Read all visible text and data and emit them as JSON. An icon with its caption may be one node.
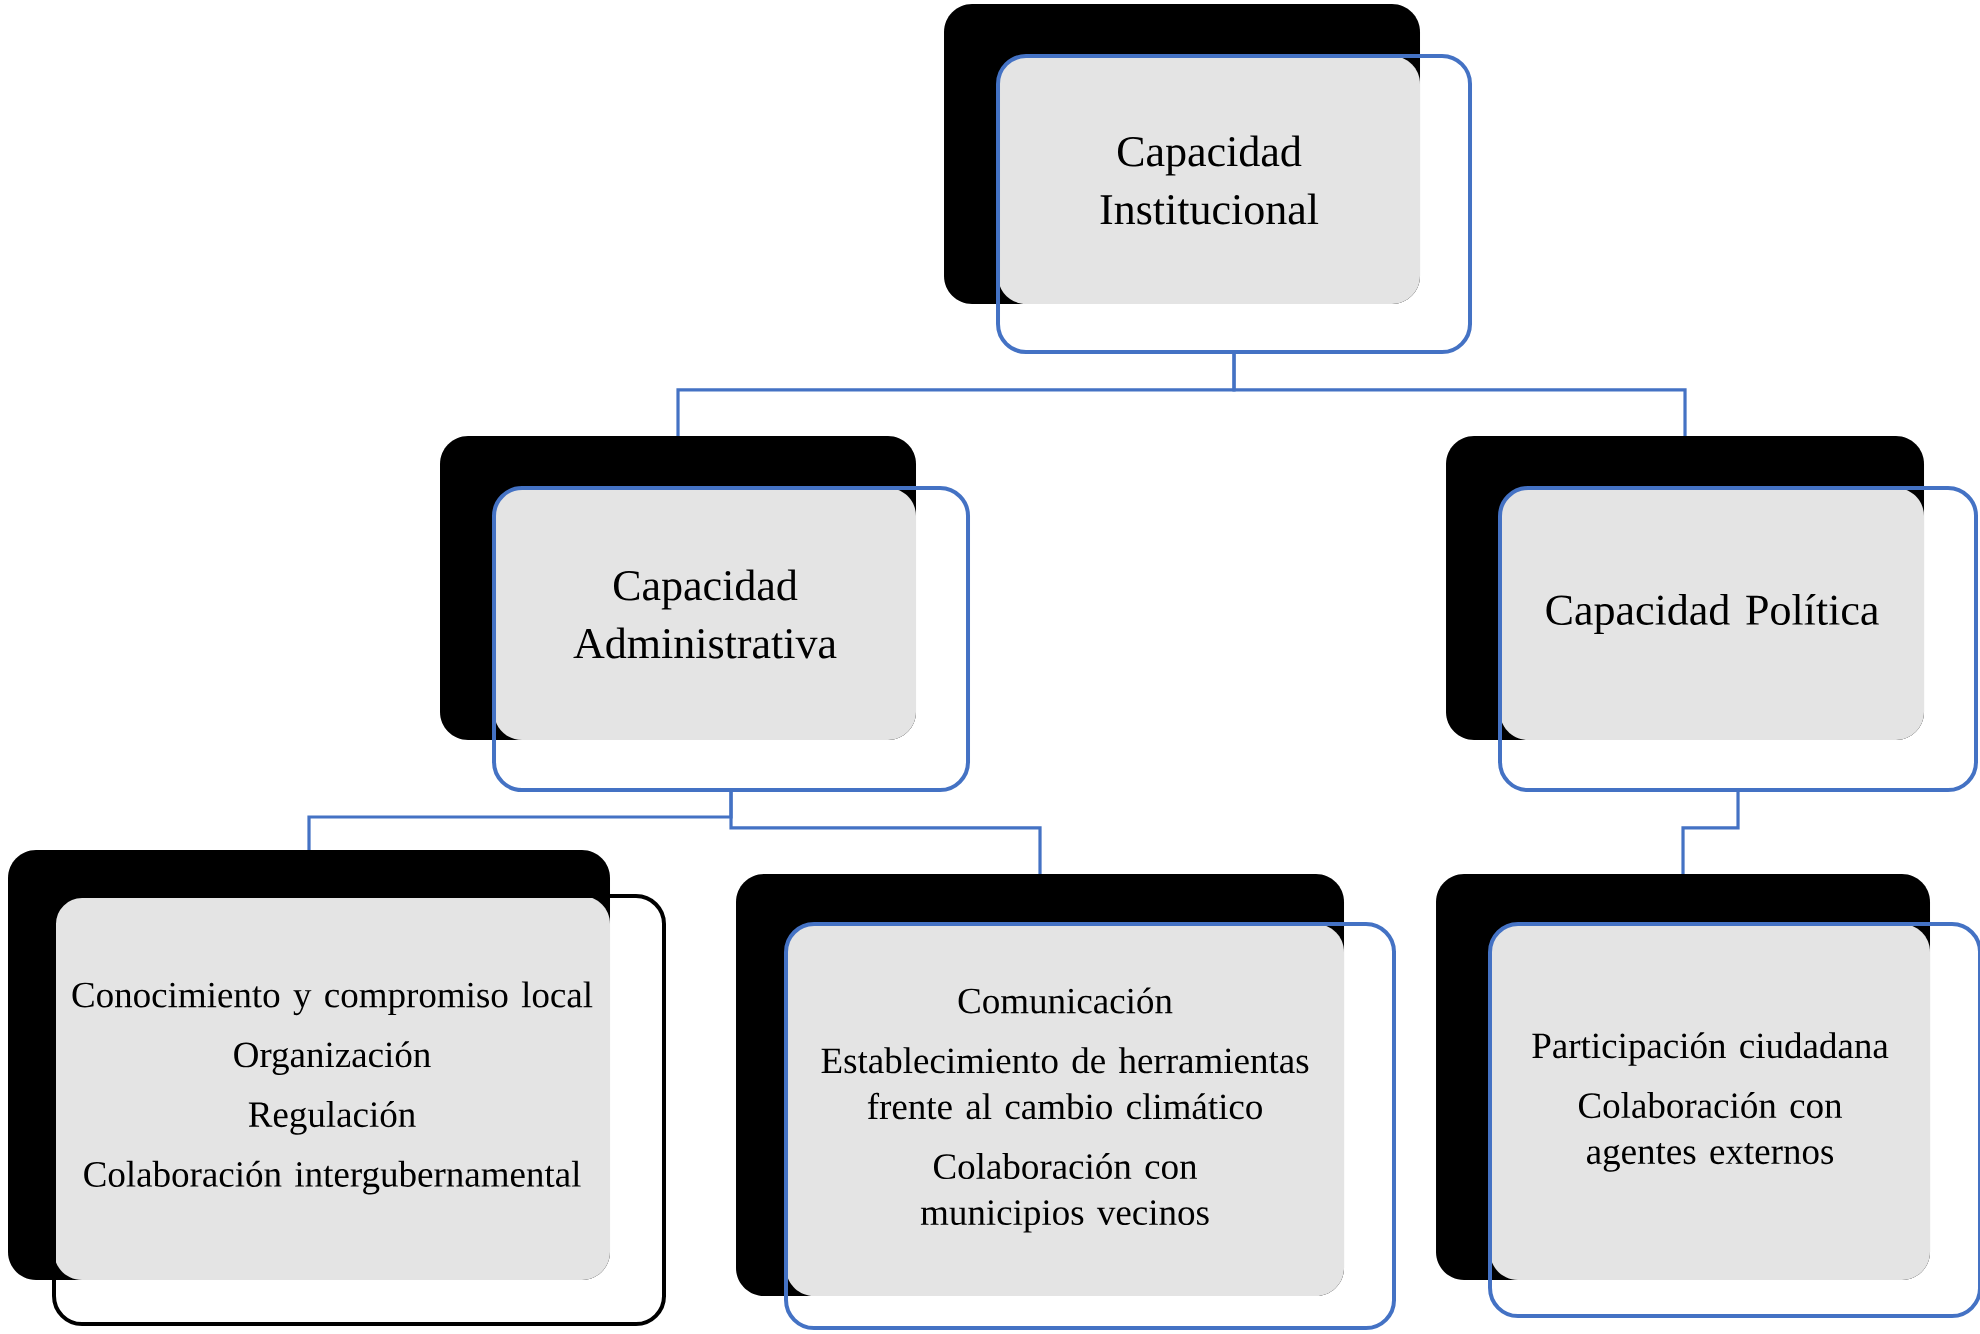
{
  "diagram": {
    "nodes": [
      {
        "text": [
          "Capacidad Institucional"
        ]
      },
      {
        "text": [
          "Capacidad Administrativa"
        ]
      },
      {
        "text": [
          "Capacidad Política"
        ]
      },
      {
        "text": [
          "Conocimiento y compromiso local",
          "Organización",
          "Regulación",
          "Colaboración intergubernamental"
        ]
      },
      {
        "text": [
          "Comunicación",
          "Establecimiento de herramientas frente al cambio climático",
          "Colaboración con municipios vecinos"
        ]
      },
      {
        "text": [
          "Participación ciudadana",
          "Colaboración con agentes externos"
        ]
      }
    ],
    "edges": [
      {
        "from": 0,
        "to": 1,
        "arrow": "none"
      },
      {
        "from": 0,
        "to": 2,
        "arrow": "none"
      },
      {
        "from": 1,
        "to": 3,
        "arrow": "none"
      },
      {
        "from": 1,
        "to": 4,
        "arrow": "none"
      },
      {
        "from": 2,
        "to": 5,
        "arrow": "none"
      }
    ]
  }
}
